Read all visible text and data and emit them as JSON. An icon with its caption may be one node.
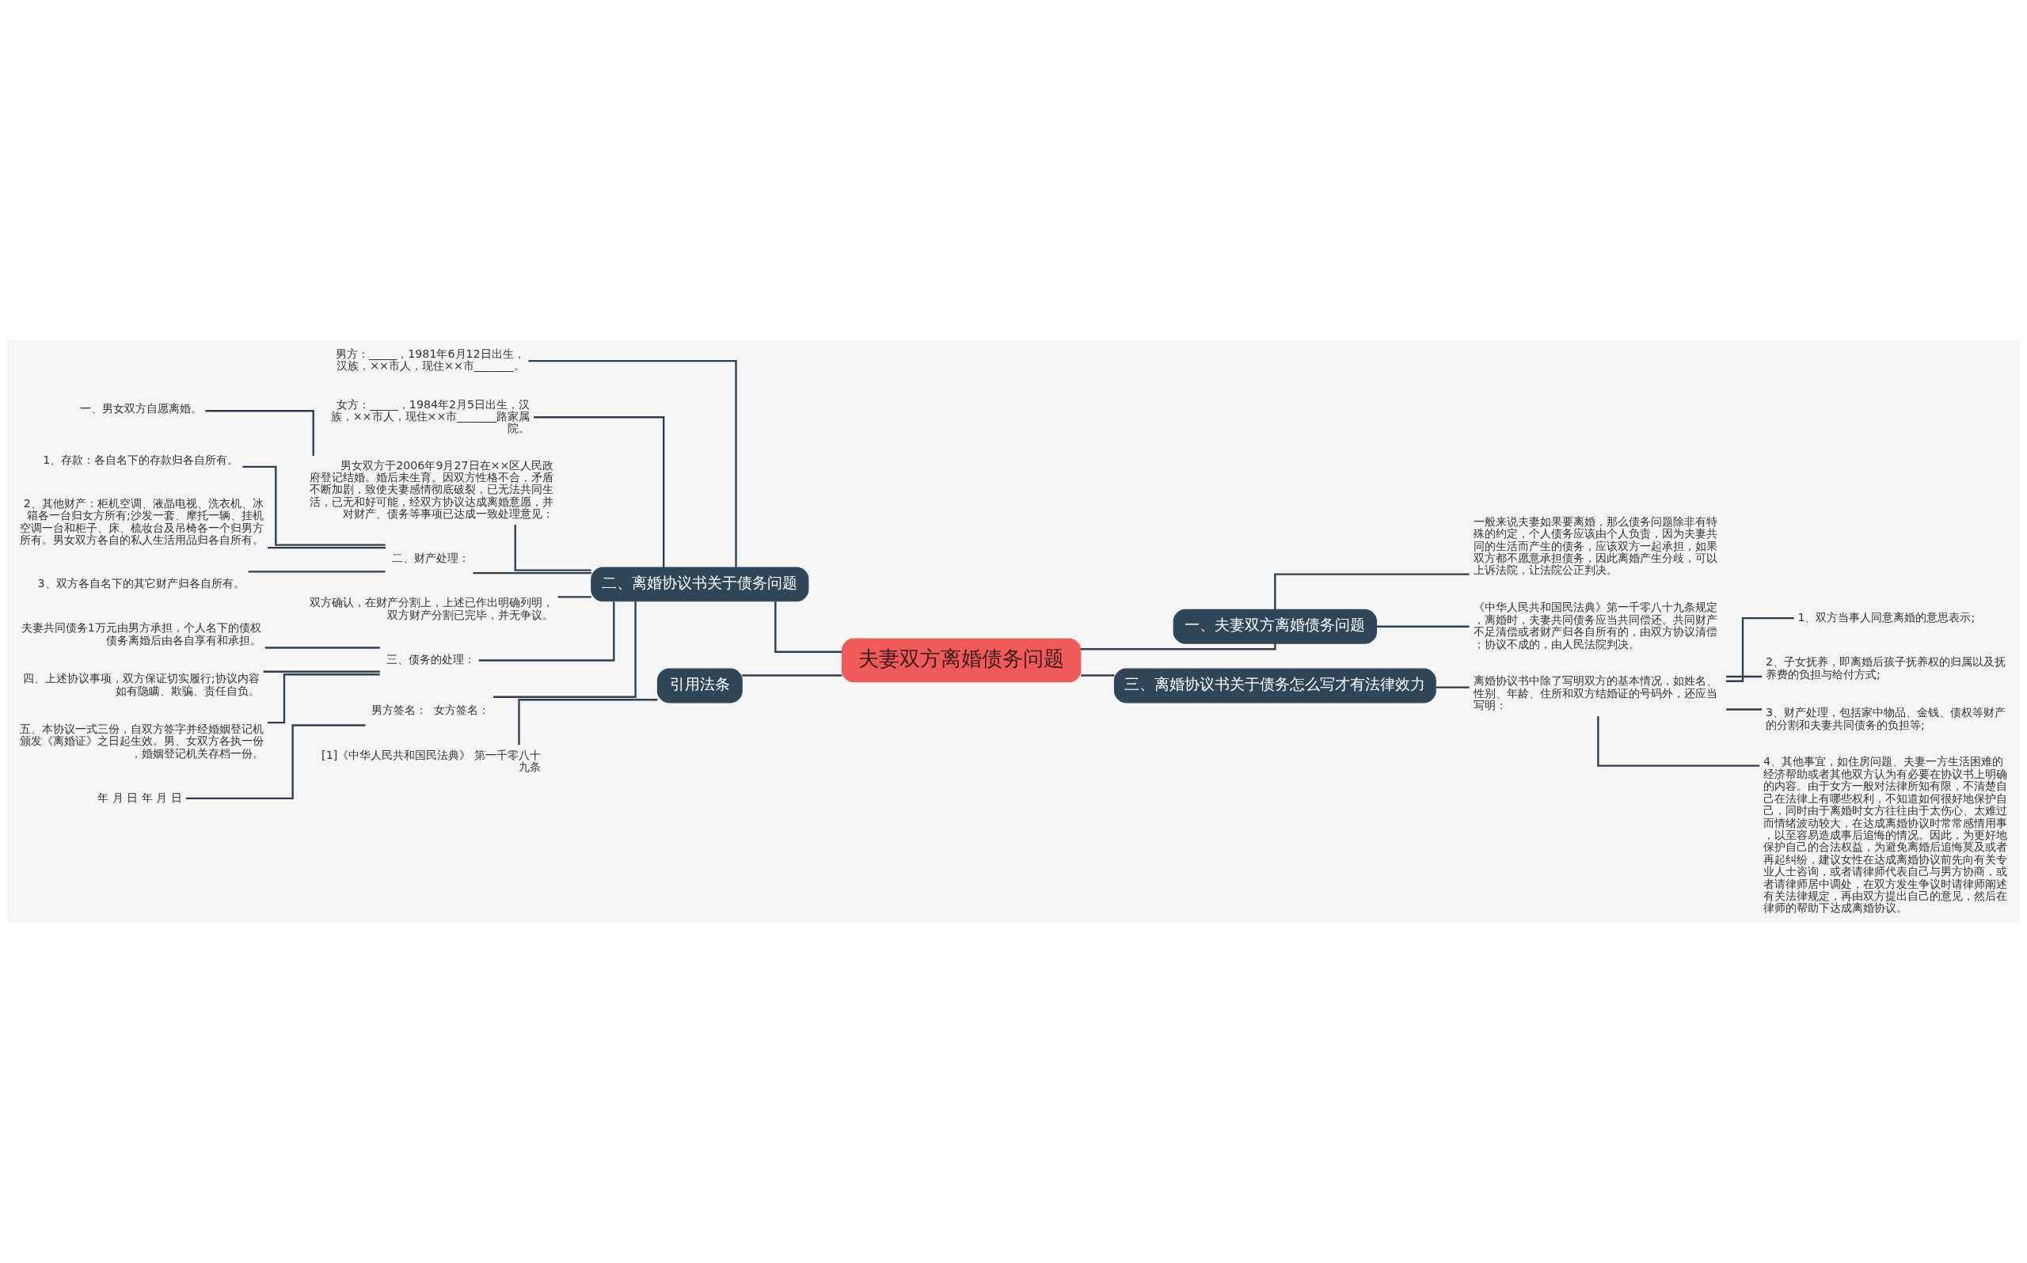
{
  "diagram": {
    "nodes": [
      {
        "text": [
          "夫妻双方离婚债务问题"
        ]
      },
      {
        "text": [
          "二、离婚协议书关于债务问题"
        ]
      },
      {
        "text": [
          "男方：_____，1981年6月12日出生，汉族，××市人，现住××市_______。"
        ]
      },
      {
        "text": [
          "女方：_____，1984年2月5日出生，汉族，××市人，现住××市_______路家属院。"
        ]
      },
      {
        "text": [
          "男女双方于2006年9月27日在××区人民政府登记结婚。婚后未生育。因双方性格不合，矛盾不断加剧，致使夫妻感情彻底破裂，已无法共同生活，已无和好可能，经双方协议达成离婚意愿，并对财产、债务等事项已达成一致处理意见："
        ]
      },
      {
        "text": [
          "一、男女双方自愿离婚。"
        ]
      },
      {
        "text": [
          "二、财产处理："
        ]
      },
      {
        "text": [
          "1、存款：各自名下的存款归各自所有。"
        ]
      },
      {
        "text": [
          "2、其他财产：柜机空调、液晶电视、洗衣机、冰箱各一台归女方所有;沙发一套、摩托一辆、挂机空调一台和柜子、床、梳妆台及吊椅各一个归男方所有。男女双方各自的私人生活用品归各自所有。"
        ]
      },
      {
        "text": [
          "3、双方各自名下的其它财产归各自所有。"
        ]
      },
      {
        "text": [
          "双方确认，在财产分割上，上述已作出明确列明，双方财产分割已完毕，并无争议。"
        ]
      },
      {
        "text": [
          "三、债务的处理："
        ]
      },
      {
        "text": [
          "夫妻共同债务1万元由男方承担，个人名下的债权债务离婚后由各自享有和承担。"
        ]
      },
      {
        "text": [
          "四、上述协议事项，双方保证切实履行;协议内容如有隐瞒、欺骗、责任自负。"
        ]
      },
      {
        "text": [
          "五、本协议一式三份，自双方签字并经婚姻登记机颁发《离婚证》之日起生效。男、女双方各执一份，婚姻登记机关存档一份。"
        ]
      },
      {
        "text": [
          "男方签名：  女方签名："
        ]
      },
      {
        "text": [
          "年 月 日 年 月 日"
        ]
      },
      {
        "text": [
          "引用法条"
        ]
      },
      {
        "text": [
          "[1]《中华人民共和国民法典》 第一千零八十九条"
        ]
      },
      {
        "text": [
          "一、夫妻双方离婚债务问题"
        ]
      },
      {
        "text": [
          "一般来说夫妻如果要离婚，那么债务问题除非有特殊的约定，个人债务应该由个人负责，因为夫妻共同的生活而产生的债务，应该双方一起承担，如果双方都不愿意承担债务，因此离婚产生分歧，可以上诉法院，让法院公正判决。"
        ]
      },
      {
        "text": [
          "《中华人民共和国民法典》第一千零八十九条规定，离婚时，夫妻共同债务应当共同偿还。共同财产不足清偿或者财产归各自所有的，由双方协议清偿；协议不成的，由人民法院判决。"
        ]
      },
      {
        "text": [
          "三、离婚协议书关于债务怎么写才有法律效力"
        ]
      },
      {
        "text": [
          "离婚协议书中除了写明双方的基本情况，如姓名、性别、年龄、住所和双方结婚证的号码外，还应当写明："
        ]
      },
      {
        "text": [
          "1、双方当事人同意离婚的意思表示;"
        ]
      },
      {
        "text": [
          "2、子女抚养，即离婚后孩子抚养权的归属以及抚养费的负担与给付方式;"
        ]
      },
      {
        "text": [
          "3、财产处理，包括家中物品、金钱、债权等财产的分割和夫妻共同债务的负担等;"
        ]
      },
      {
        "text": [
          "4、其他事宜，如住房问题、夫妻一方生活困难的经济帮助或者其他双方认为有必要在协议书上明确的内容。由于女方一般对法律所知有限，不清楚自己在法律上有哪些权利，不知道如何很好地保护自己，同时由于离婚时女方往往由于太伤心、太难过而情绪波动较大，在达成离婚协议时常常感情用事，以至容易造成事后追悔的情况。因此，为更好地保护自己的合法权益，为避免离婚后追悔莫及或者再起纠纷，建议女性在达成离婚协议前先向有关专业人士咨询，或者请律师代表自己与男方协商，或者请律师居中调处，在双方发生争议时请律师阐述有关法律规定，再由双方提出自己的意见，然后在律师的帮助下达成离婚协议。"
        ]
      }
    ],
    "edges": [
      {
        "from": 0,
        "to": 1,
        "arrow": "none"
      },
      {
        "from": 1,
        "to": 2,
        "arrow": "none"
      },
      {
        "from": 1,
        "to": 3,
        "arrow": "none"
      },
      {
        "from": 1,
        "to": 4,
        "arrow": "none"
      },
      {
        "from": 4,
        "to": 5,
        "arrow": "none"
      },
      {
        "from": 1,
        "to": 6,
        "arrow": "none"
      },
      {
        "from": 6,
        "to": 7,
        "arrow": "none"
      },
      {
        "from": 6,
        "to": 8,
        "arrow": "none"
      },
      {
        "from": 6,
        "to": 9,
        "arrow": "none"
      },
      {
        "from": 1,
        "to": 10,
        "arrow": "none"
      },
      {
        "from": 1,
        "to": 11,
        "arrow": "none"
      },
      {
        "from": 11,
        "to": 12,
        "arrow": "none"
      },
      {
        "from": 11,
        "to": 13,
        "arrow": "none"
      },
      {
        "from": 11,
        "to": 14,
        "arrow": "none"
      },
      {
        "from": 1,
        "to": 15,
        "arrow": "none"
      },
      {
        "from": 15,
        "to": 16,
        "arrow": "none"
      },
      {
        "from": 0,
        "to": 17,
        "arrow": "none"
      },
      {
        "from": 17,
        "to": 18,
        "arrow": "none"
      },
      {
        "from": 0,
        "to": 19,
        "arrow": "none"
      },
      {
        "from": 19,
        "to": 20,
        "arrow": "none"
      },
      {
        "from": 19,
        "to": 21,
        "arrow": "none"
      },
      {
        "from": 0,
        "to": 22,
        "arrow": "none"
      },
      {
        "from": 22,
        "to": 23,
        "arrow": "none"
      },
      {
        "from": 23,
        "to": 24,
        "arrow": "none"
      },
      {
        "from": 23,
        "to": 25,
        "arrow": "none"
      },
      {
        "from": 23,
        "to": 26,
        "arrow": "none"
      },
      {
        "from": 23,
        "to": 27,
        "arrow": "none"
      }
    ]
  }
}
